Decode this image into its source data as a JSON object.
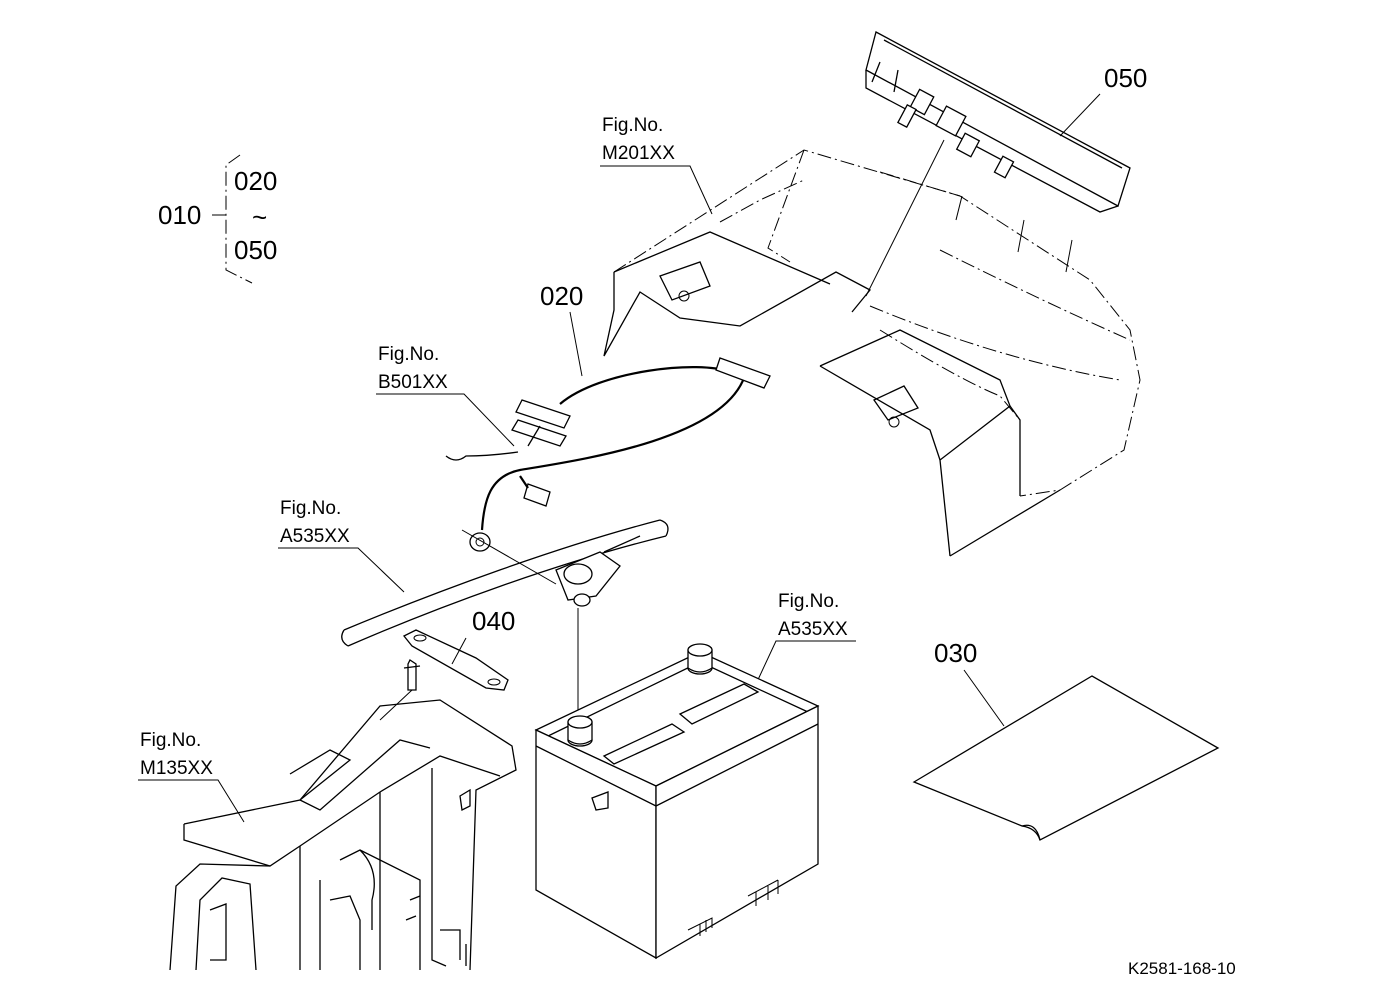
{
  "diagram": {
    "doc_code": "K2581-168-10",
    "group_label": {
      "parent": "010",
      "range_start": "020",
      "range_sep": "~",
      "range_end": "050"
    },
    "parts": {
      "p020": "020",
      "p030": "030",
      "p040": "040",
      "p050": "050"
    },
    "fig_refs": {
      "m201": {
        "line1": "Fig.No.",
        "line2": "M201XX"
      },
      "b501": {
        "line1": "Fig.No.",
        "line2": "B501XX"
      },
      "a535_cable": {
        "line1": "Fig.No.",
        "line2": "A535XX"
      },
      "a535_battery": {
        "line1": "Fig.No.",
        "line2": "A535XX"
      },
      "m135": {
        "line1": "Fig.No.",
        "line2": "M135XX"
      }
    }
  }
}
